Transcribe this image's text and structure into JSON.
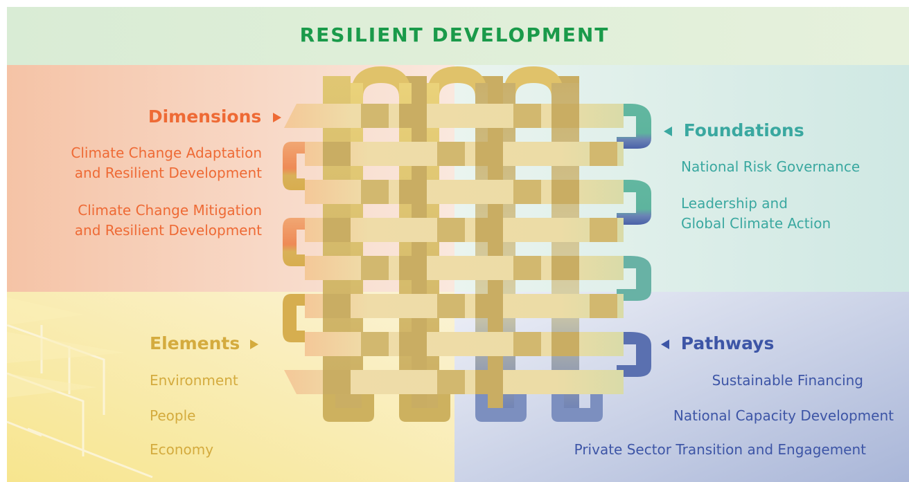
{
  "title": "RESILIENT DEVELOPMENT",
  "colors": {
    "title": "#1a9a4a",
    "dimensions": "#ee6a35",
    "foundations": "#3aa8a0",
    "elements": "#d4ab3e",
    "pathways": "#3d55a6",
    "weave_dark": "#ccb26a",
    "weave_light": "#ebdba5"
  },
  "dimensions": {
    "heading": "Dimensions",
    "items": [
      {
        "line1": "Climate Change Adaptation",
        "line2": "and Resilient Development"
      },
      {
        "line1": "Climate Change Mitigation",
        "line2": "and Resilient Development"
      }
    ]
  },
  "foundations": {
    "heading": "Foundations",
    "items": [
      {
        "line1": "National Risk Governance",
        "line2": ""
      },
      {
        "line1": "Leadership and",
        "line2": "Global Climate Action"
      }
    ]
  },
  "elements": {
    "heading": "Elements",
    "items": [
      "Environment",
      "People",
      "Economy"
    ]
  },
  "pathways": {
    "heading": "Pathways",
    "items": [
      "Sustainable Financing",
      "National Capacity Development",
      "Private Sector Transition and Engagement"
    ]
  },
  "icons": {
    "dimensions_arrow": "triangle-right-icon",
    "foundations_arrow": "triangle-left-icon",
    "elements_arrow": "triangle-right-icon",
    "pathways_arrow": "triangle-left-icon"
  }
}
